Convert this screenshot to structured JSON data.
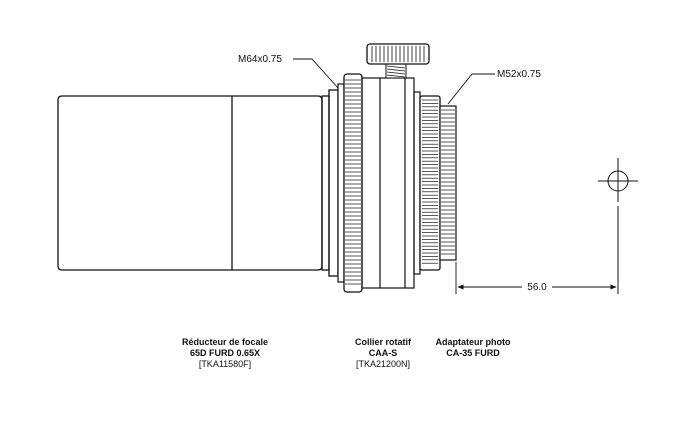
{
  "labels": {
    "thread_left": "M64x0.75",
    "thread_right": "M52x0.75",
    "dimension": "56.0"
  },
  "captions": [
    {
      "line1": "Réducteur de focale",
      "line2": "65D FURD 0.65X",
      "line3": "[TKA11580F]"
    },
    {
      "line1": "Collier rotatif",
      "line2": "CAA-S",
      "line3": "[TKA21200N]"
    },
    {
      "line1": "Adaptateur photo",
      "line2": "CA-35 FURD",
      "line3": ""
    }
  ]
}
